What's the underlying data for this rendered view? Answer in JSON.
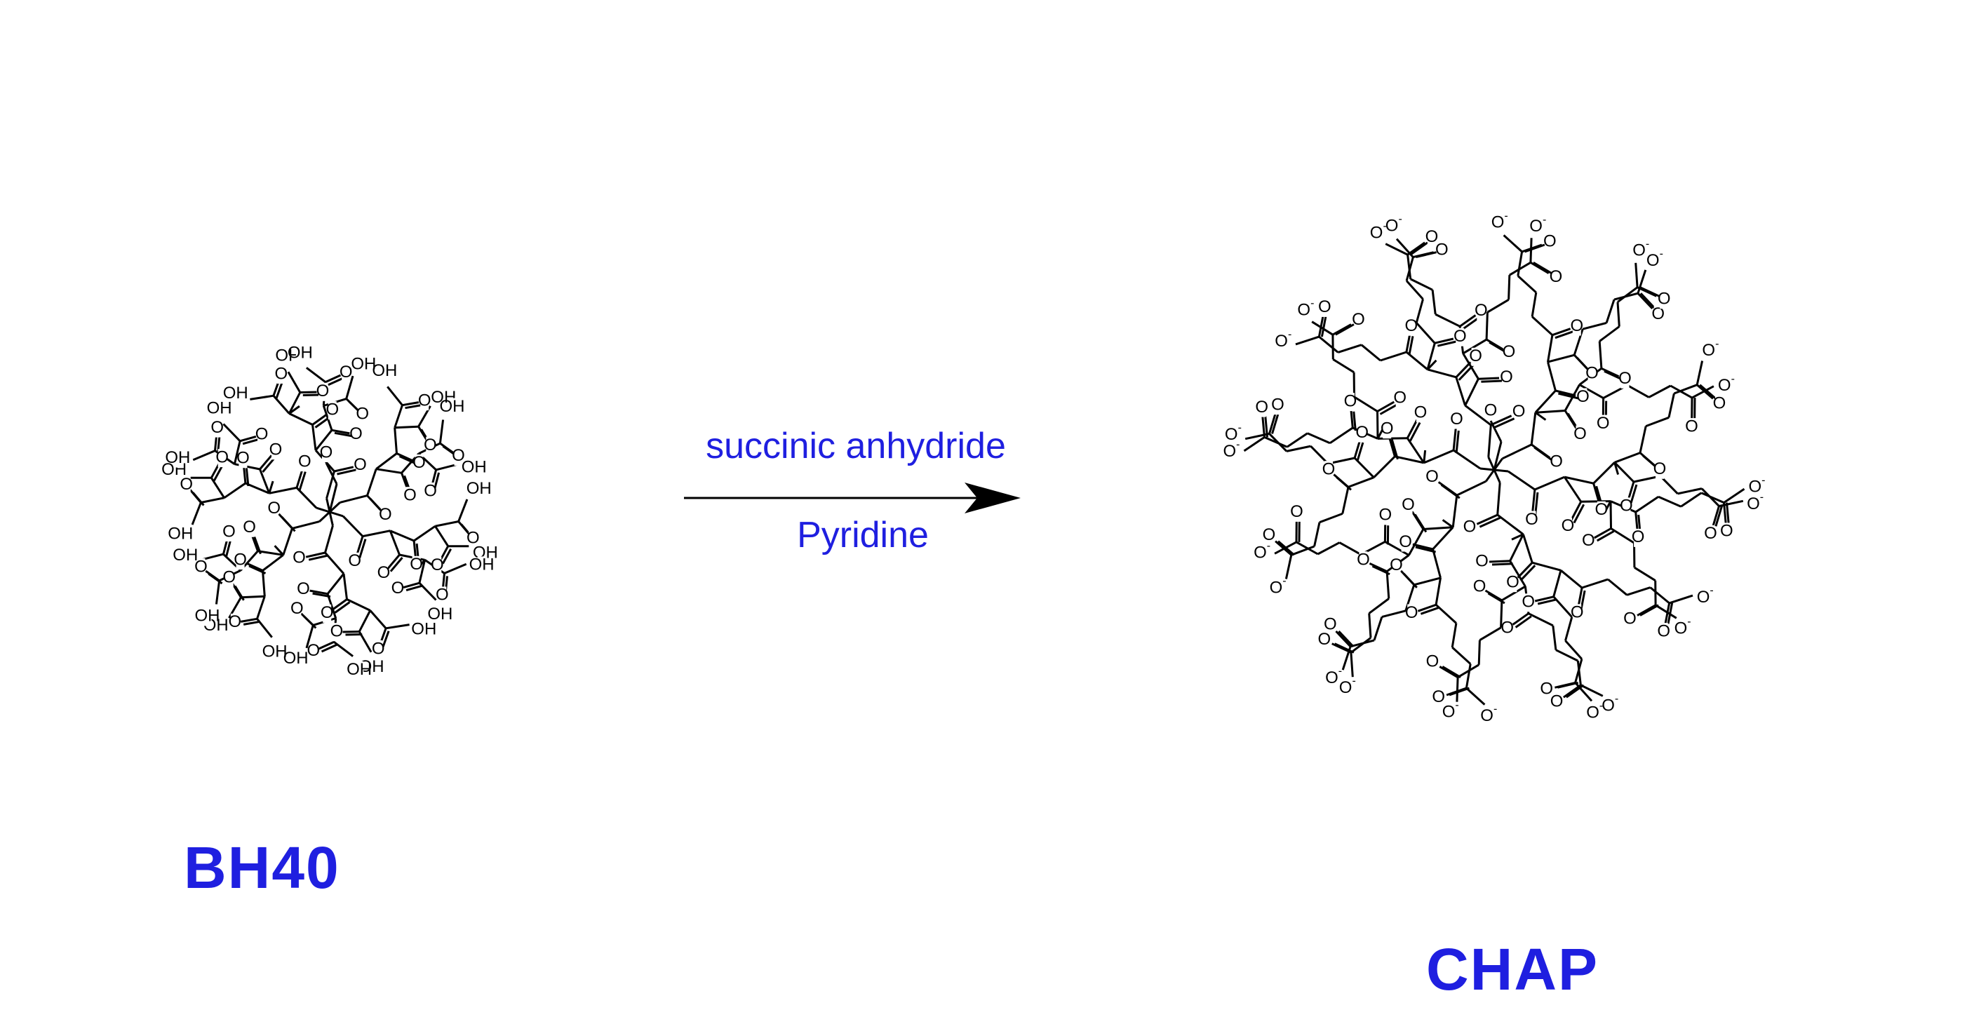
{
  "reactant": {
    "name": "BH40",
    "group_label": "OH",
    "core_label": "O",
    "color": "#1f1fe0"
  },
  "product": {
    "name": "CHAP",
    "terminal_label": "O",
    "color": "#1f1fe0"
  },
  "reaction": {
    "reagent": "succinic anhydride",
    "solvent": "Pyridine",
    "arrow_color": "#000000"
  }
}
